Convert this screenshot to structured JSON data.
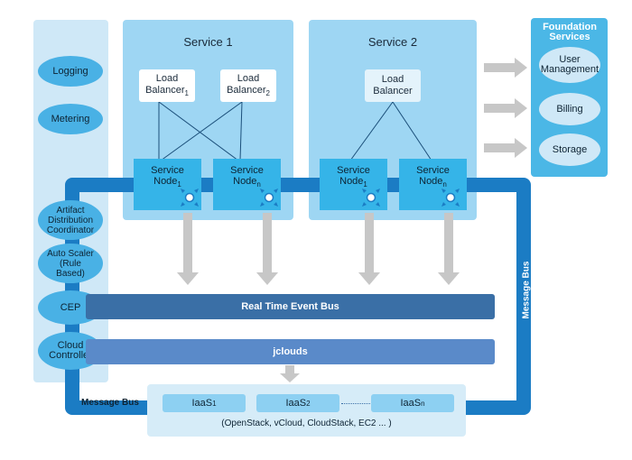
{
  "left_column": {
    "items": [
      "Logging",
      "Metering",
      "Artifact Distribution Coordinator",
      "Auto Scaler (Rule Based)",
      "CEP",
      "Cloud Controller"
    ]
  },
  "service1": {
    "title": "Service 1",
    "load_balancers": [
      {
        "label": "Load",
        "label2": "Balancer",
        "sub": "1"
      },
      {
        "label": "Load",
        "label2": "Balancer",
        "sub": "2"
      }
    ],
    "nodes": [
      {
        "label": "Service",
        "label2": "Node",
        "sub": "1"
      },
      {
        "label": "Service",
        "label2": "Node",
        "sub": "n"
      }
    ]
  },
  "service2": {
    "title": "Service 2",
    "load_balancer": {
      "label": "Load",
      "label2": "Balancer"
    },
    "nodes": [
      {
        "label": "Service",
        "label2": "Node",
        "sub": "1"
      },
      {
        "label": "Service",
        "label2": "Node",
        "sub": "n"
      }
    ]
  },
  "foundation": {
    "title": "Foundation Services",
    "items": [
      "User Management",
      "Billing",
      "Storage"
    ]
  },
  "buses": {
    "realtime": "Real Time Event Bus",
    "jclouds": "jclouds",
    "message_bus_right": "Message Bus",
    "message_bus_bottom": "Message Bus"
  },
  "iaas": {
    "items": [
      {
        "label": "IaaS",
        "sub": "1"
      },
      {
        "label": "IaaS",
        "sub": "2"
      },
      {
        "label": "IaaS",
        "sub": "n"
      }
    ],
    "caption": "(OpenStack, vCloud, CloudStack, EC2 ... )"
  }
}
